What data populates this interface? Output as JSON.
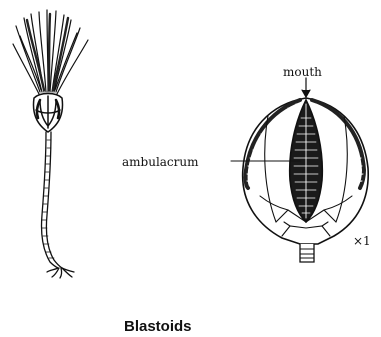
{
  "labels": {
    "mouth": "mouth",
    "ambulacrum": "ambulacrum",
    "scale": "×1"
  },
  "caption": "Blastoids"
}
